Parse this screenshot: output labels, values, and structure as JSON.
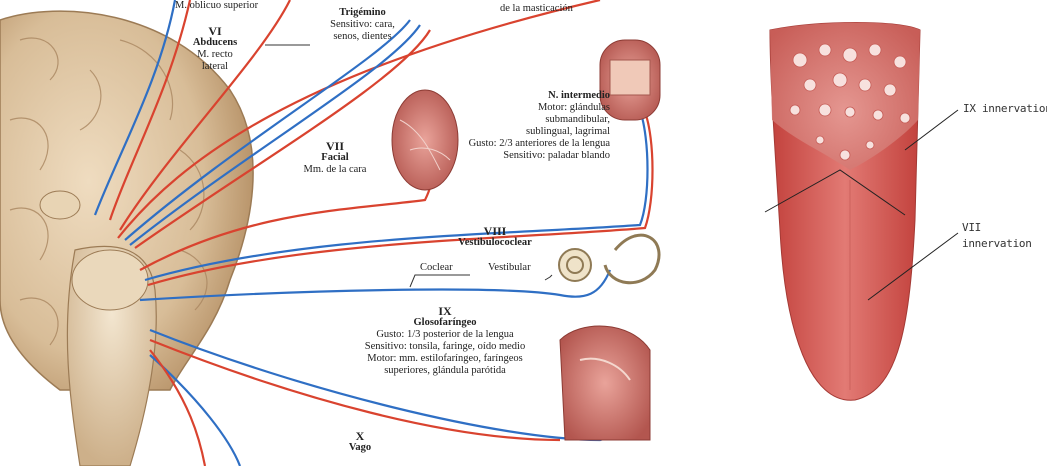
{
  "left_panel": {
    "top_cut_text_left": "M. oblicuo superior",
    "top_cut_text_right": "de la masticación",
    "nerve_vi": {
      "numeral": "VI",
      "name": "Abducens",
      "desc_1": "M. recto",
      "desc_2": "lateral"
    },
    "nerve_v": {
      "name": "Trigémino",
      "desc_1": "Sensitivo: cara,",
      "desc_2": "senos, dientes"
    },
    "nerve_vii": {
      "numeral": "VII",
      "name": "Facial",
      "desc": "Mm. de la cara"
    },
    "intermedio": {
      "name": "N. intermedio",
      "lines": [
        "Motor: glándulas",
        "submandibular,",
        "sublingual, lagrimal",
        "Gusto: 2/3 anteriores de la lengua",
        "Sensitivo: paladar blando"
      ]
    },
    "nerve_viii": {
      "numeral": "VIII",
      "name": "Vestibulococlear",
      "branch_1": "Coclear",
      "branch_2": "Vestibular"
    },
    "nerve_ix": {
      "numeral": "IX",
      "name": "Glosofaríngeo",
      "lines": [
        "Gusto: 1/3 posterior de la lengua",
        "Sensitivo: tonsila, faringe, oído medio",
        "Motor: mm. estilofaríngeo, faríngeos",
        "superiores, glándula parótida"
      ]
    },
    "nerve_x": {
      "numeral": "X",
      "name": "Vago"
    }
  },
  "right_panel": {
    "label_ix": "IX innervation",
    "label_vii_1": "VII",
    "label_vii_2": "innervation"
  },
  "colors": {
    "motor": "#d9432f",
    "sensory": "#2f6fc4",
    "brain": "#dcc5a6",
    "tongue": "#d8615c"
  }
}
